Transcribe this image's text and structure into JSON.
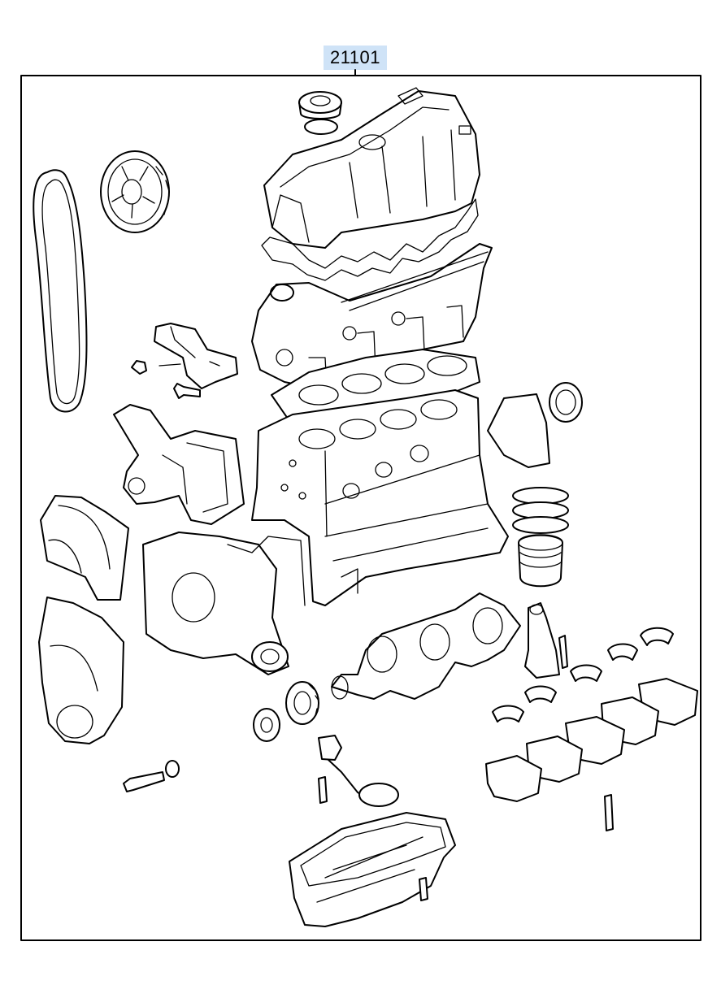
{
  "diagram": {
    "part_number": "21101",
    "accent_color": "#cfe3f7",
    "line_color": "#000000",
    "components": [
      {
        "name": "timing-belt",
        "icon": "belt-icon"
      },
      {
        "name": "camshaft-sprocket",
        "icon": "sprocket-icon"
      },
      {
        "name": "oil-filler-cap",
        "icon": "cap-icon"
      },
      {
        "name": "rocker-cover",
        "icon": "cover-icon"
      },
      {
        "name": "rocker-cover-gasket",
        "icon": "gasket-icon"
      },
      {
        "name": "cylinder-head",
        "icon": "cylinder-head-icon"
      },
      {
        "name": "head-gasket",
        "icon": "gasket-icon"
      },
      {
        "name": "cylinder-block",
        "icon": "engine-block-icon"
      },
      {
        "name": "engine-mount-bracket",
        "icon": "bracket-icon"
      },
      {
        "name": "water-pump",
        "icon": "pump-icon"
      },
      {
        "name": "timing-belt-upper-cover",
        "icon": "cover-icon"
      },
      {
        "name": "timing-belt-lower-cover",
        "icon": "cover-icon"
      },
      {
        "name": "oil-pump-case",
        "icon": "pump-icon"
      },
      {
        "name": "rear-oil-seal-case",
        "icon": "seal-icon"
      },
      {
        "name": "piston-rings",
        "icon": "ring-icon"
      },
      {
        "name": "piston",
        "icon": "piston-icon"
      },
      {
        "name": "crankshaft",
        "icon": "crankshaft-icon"
      },
      {
        "name": "connecting-rod",
        "icon": "rod-icon"
      },
      {
        "name": "crank-sprocket",
        "icon": "sprocket-icon"
      },
      {
        "name": "flange",
        "icon": "flange-icon"
      },
      {
        "name": "bearing-shells",
        "icon": "bearing-icon"
      },
      {
        "name": "bearing-caps",
        "icon": "bearing-cap-icon"
      },
      {
        "name": "oil-strainer",
        "icon": "strainer-icon"
      },
      {
        "name": "oil-pan",
        "icon": "oil-pan-icon"
      },
      {
        "name": "bolt",
        "icon": "bolt-icon"
      }
    ]
  }
}
